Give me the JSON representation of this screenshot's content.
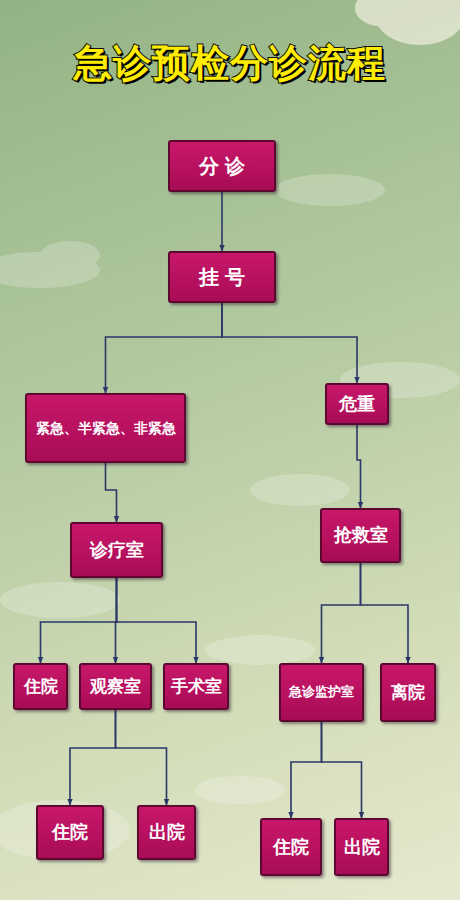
{
  "diagram": {
    "title": "急诊预检分诊流程",
    "nodes": [
      {
        "text": [
          "分 诊"
        ]
      },
      {
        "text": [
          "挂 号"
        ]
      },
      {
        "text": [
          "紧急、半紧急、非紧急"
        ]
      },
      {
        "text": [
          "危重"
        ]
      },
      {
        "text": [
          "诊疗室"
        ]
      },
      {
        "text": [
          "抢救室"
        ]
      },
      {
        "text": [
          "住院"
        ]
      },
      {
        "text": [
          "观察室"
        ]
      },
      {
        "text": [
          "手术室"
        ]
      },
      {
        "text": [
          "急诊监护室"
        ]
      },
      {
        "text": [
          "离院"
        ]
      },
      {
        "text": [
          "住院"
        ]
      },
      {
        "text": [
          "出院"
        ]
      },
      {
        "text": [
          "住院"
        ]
      },
      {
        "text": [
          "出院"
        ]
      }
    ],
    "edges": [
      {
        "from": 0,
        "to": 1,
        "arrow": "to"
      },
      {
        "from": 1,
        "to": 2,
        "arrow": "to"
      },
      {
        "from": 1,
        "to": 3,
        "arrow": "to"
      },
      {
        "from": 2,
        "to": 4,
        "arrow": "to"
      },
      {
        "from": 3,
        "to": 5,
        "arrow": "to"
      },
      {
        "from": 4,
        "to": 6,
        "arrow": "to"
      },
      {
        "from": 4,
        "to": 7,
        "arrow": "to"
      },
      {
        "from": 4,
        "to": 8,
        "arrow": "to"
      },
      {
        "from": 5,
        "to": 9,
        "arrow": "to"
      },
      {
        "from": 5,
        "to": 10,
        "arrow": "to"
      },
      {
        "from": 7,
        "to": 11,
        "arrow": "to"
      },
      {
        "from": 7,
        "to": 12,
        "arrow": "to"
      },
      {
        "from": 9,
        "to": 13,
        "arrow": "to"
      },
      {
        "from": 9,
        "to": 14,
        "arrow": "to"
      }
    ]
  }
}
